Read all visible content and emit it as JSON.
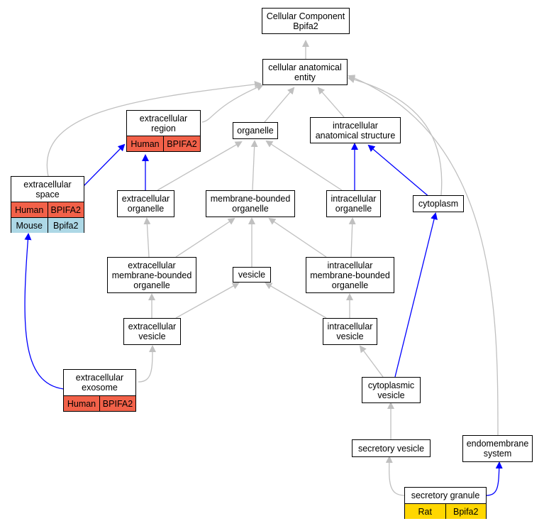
{
  "graph": {
    "root": "Cellular Component\nBpifa2",
    "cellular_anatomical_entity": "cellular anatomical\nentity",
    "extracellular_region": "extracellular\nregion",
    "organelle": "organelle",
    "intracellular_anatomical_structure": "intracellular\nanatomical structure",
    "extracellular_space": "extracellular\nspace",
    "extracellular_organelle": "extracellular\norganelle",
    "membrane_bounded_organelle": "membrane-bounded\norganelle",
    "intracellular_organelle": "intracellular\norganelle",
    "cytoplasm": "cytoplasm",
    "extracellular_membrane_bounded_organelle": "extracellular\nmembrane-bounded\norganelle",
    "vesicle": "vesicle",
    "intracellular_membrane_bounded_organelle": "intracellular\nmembrane-bounded\norganelle",
    "extracellular_vesicle": "extracellular\nvesicle",
    "intracellular_vesicle": "intracellular\nvesicle",
    "extracellular_exosome": "extracellular\nexosome",
    "cytoplasmic_vesicle": "cytoplasmic\nvesicle",
    "secretory_vesicle": "secretory vesicle",
    "endomembrane_system": "endomembrane\nsystem",
    "secretory_granule": "secretory granule"
  },
  "annotations": {
    "extracellular_region": [
      {
        "species": "Human",
        "gene": "BPIFA2"
      }
    ],
    "extracellular_space": [
      {
        "species": "Human",
        "gene": "BPIFA2"
      },
      {
        "species": "Mouse",
        "gene": "Bpifa2"
      }
    ],
    "extracellular_exosome": [
      {
        "species": "Human",
        "gene": "BPIFA2"
      }
    ],
    "secretory_granule": [
      {
        "species": "Rat",
        "gene": "Bpifa2"
      }
    ]
  },
  "colors": {
    "edge_gray": "#c0c0c0",
    "edge_blue": "#0000ff",
    "human": "#f26149",
    "mouse": "#add8e6",
    "rat": "#ffd700"
  }
}
